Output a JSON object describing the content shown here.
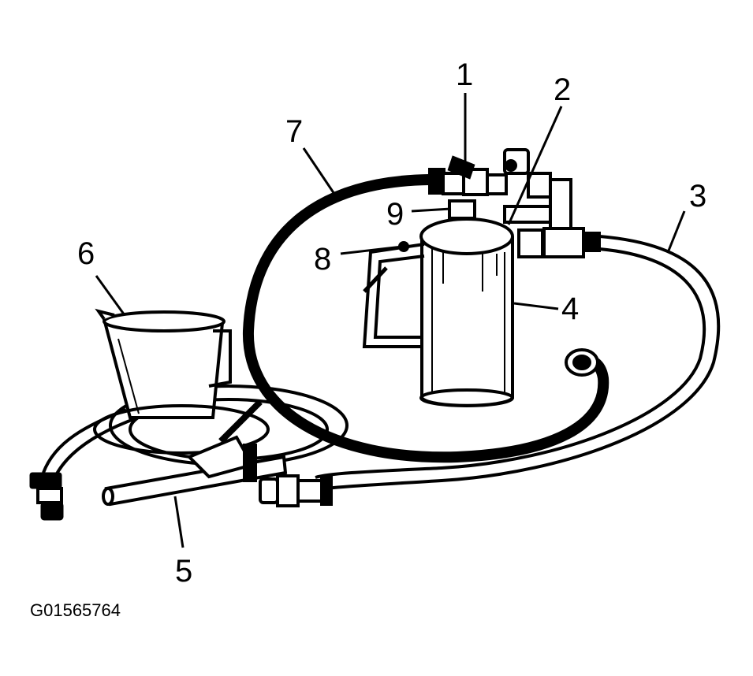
{
  "figure": {
    "id_label": "G01565764"
  },
  "callouts": [
    {
      "key": "c1",
      "label": "1"
    },
    {
      "key": "c2",
      "label": "2"
    },
    {
      "key": "c3",
      "label": "3"
    },
    {
      "key": "c4",
      "label": "4"
    },
    {
      "key": "c5",
      "label": "5"
    },
    {
      "key": "c6",
      "label": "6"
    },
    {
      "key": "c7",
      "label": "7"
    },
    {
      "key": "c8",
      "label": "8"
    },
    {
      "key": "c9",
      "label": "9"
    }
  ],
  "colors": {
    "ink": "#000000",
    "paper": "#ffffff"
  }
}
